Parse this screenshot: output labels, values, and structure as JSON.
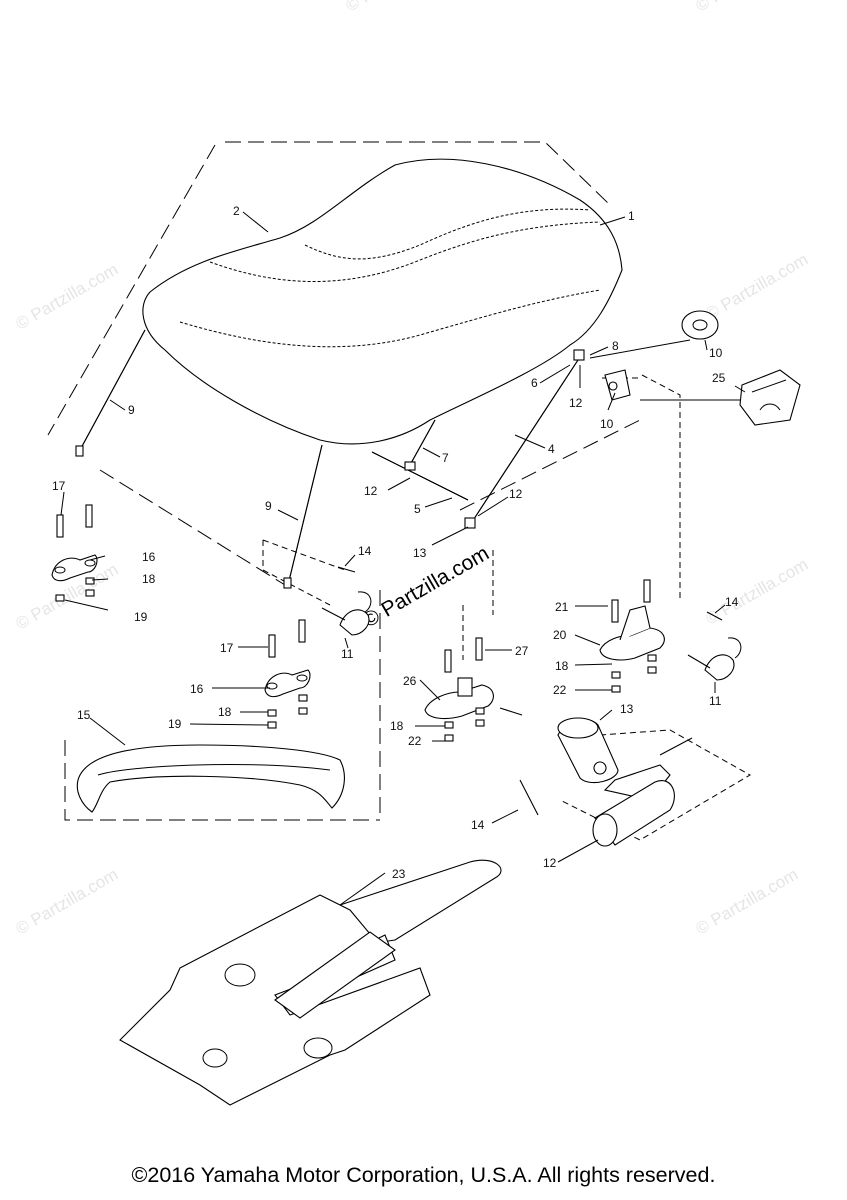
{
  "watermark": {
    "text": "© Partzilla.com",
    "center_text": "© Partzilla.com"
  },
  "callouts": [
    "1",
    "2",
    "4",
    "5",
    "6",
    "7",
    "8",
    "9",
    "9",
    "10",
    "10",
    "11",
    "11",
    "12",
    "12",
    "12",
    "12",
    "13",
    "13",
    "14",
    "14",
    "14",
    "15",
    "16",
    "16",
    "17",
    "17",
    "18",
    "18",
    "18",
    "18",
    "19",
    "19",
    "20",
    "21",
    "22",
    "22",
    "23",
    "25",
    "26",
    "27"
  ],
  "copyright": "©2016 Yamaha Motor Corporation, U.S.A. All rights reserved."
}
